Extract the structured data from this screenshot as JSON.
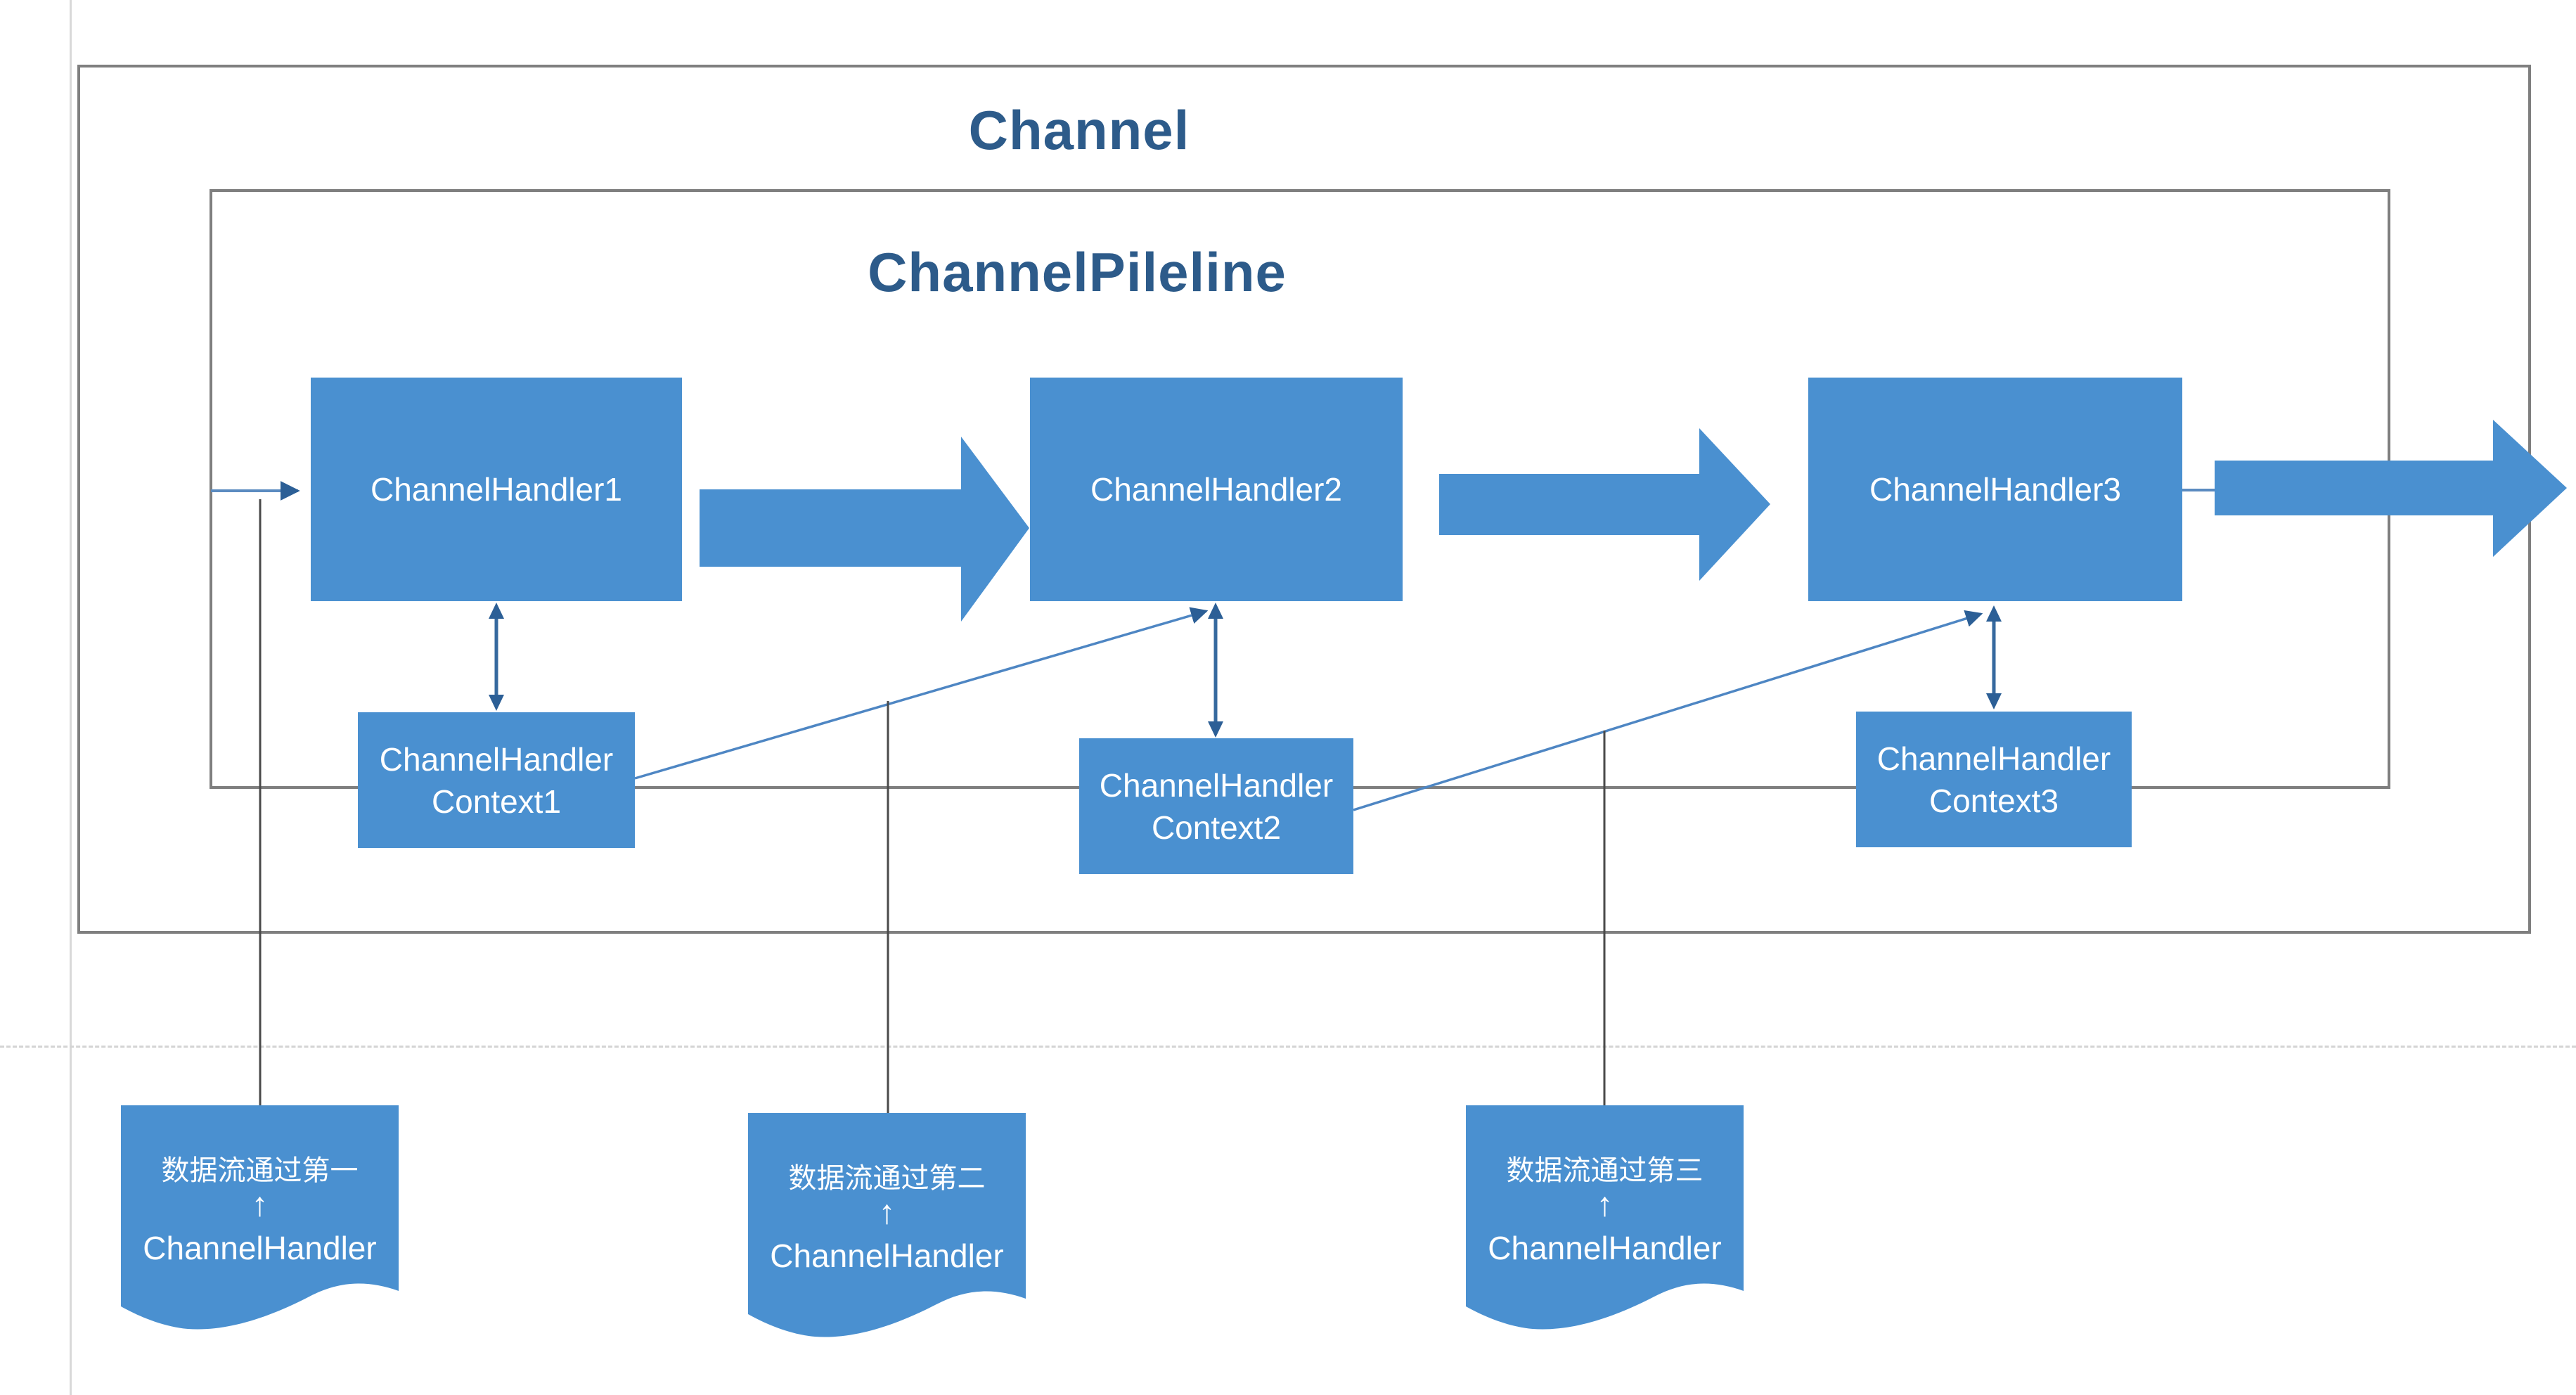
{
  "channel": {
    "title": "Channel"
  },
  "pipeline": {
    "title": "ChannelPileline"
  },
  "handlers": [
    {
      "label": "ChannelHandler1"
    },
    {
      "label": "ChannelHandler2"
    },
    {
      "label": "ChannelHandler3"
    }
  ],
  "contexts": [
    {
      "line1": "ChannelHandler",
      "line2": "Context1"
    },
    {
      "line1": "ChannelHandler",
      "line2": "Context2"
    },
    {
      "line1": "ChannelHandler",
      "line2": "Context3"
    }
  ],
  "notes": [
    {
      "line1": "数据流通过第一",
      "arrow": "↑",
      "line2": "ChannelHandler"
    },
    {
      "line1": "数据流通过第二",
      "arrow": "↑",
      "line2": "ChannelHandler"
    },
    {
      "line1": "数据流通过第三",
      "arrow": "↑",
      "line2": "ChannelHandler"
    }
  ],
  "colors": {
    "shape_fill": "#4a90d0",
    "shape_text": "#ffffff",
    "title_text": "#2d5b8a",
    "border_gray": "#7f7f7f",
    "connector_blue": "#4e86c3",
    "connector_head_dark_blue": "#2c5f96",
    "double_arrow_blue": "#36699e",
    "note_connector_gray": "#4a4a4a",
    "page_guide_gray": "#d9d9d9"
  }
}
